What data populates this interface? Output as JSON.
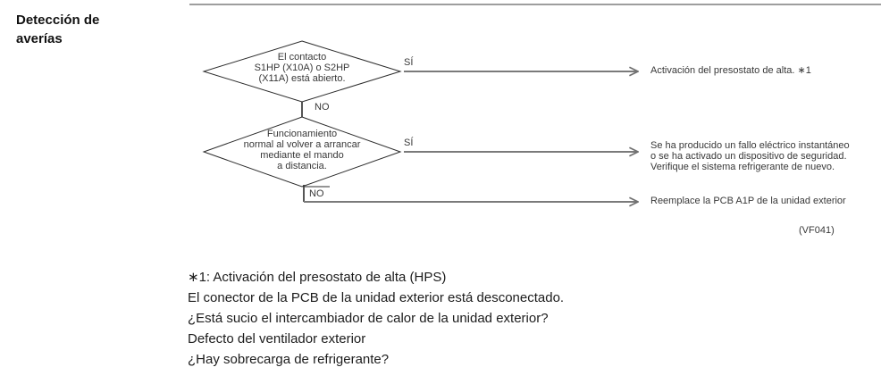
{
  "page": {
    "section_label_line1": "Detección de",
    "section_label_line2": "averías"
  },
  "flowchart": {
    "decisions": [
      {
        "lines": [
          "El contacto",
          "S1HP (X10A) o S2HP",
          "(X11A) está abierto."
        ],
        "yes_label": "SÍ",
        "no_label": "NO"
      },
      {
        "lines": [
          "Funcionamiento",
          "normal al volver a arrancar",
          "mediante el mando",
          "a distancia."
        ],
        "yes_label": "SÍ",
        "no_label": "NO"
      }
    ],
    "results": [
      {
        "lines": [
          "Activación del presostato de alta. ∗1"
        ]
      },
      {
        "lines": [
          "Se ha producido un fallo eléctrico instantáneo",
          "o se ha activado un dispositivo de seguridad.",
          "Verifique el sistema refrigerante de nuevo."
        ]
      },
      {
        "lines": [
          "Reemplace la PCB A1P de la unidad exterior"
        ]
      }
    ],
    "figure_code": "(VF041)"
  },
  "notes": {
    "lines": [
      "∗1: Activación del presostato de alta (HPS)",
      "El conector de la PCB de la unidad exterior está desconectado.",
      "¿Está sucio el intercambiador de calor de la unidad exterior?",
      "Defecto del ventilador exterior",
      "¿Hay sobrecarga de refrigerante?"
    ]
  },
  "colors": {
    "arrow_gray": "#7a7a7a",
    "shape_stroke": "#2b2b2b",
    "top_rule_gray": "#9e9e9e",
    "text_dark": "#1c1c1c"
  }
}
